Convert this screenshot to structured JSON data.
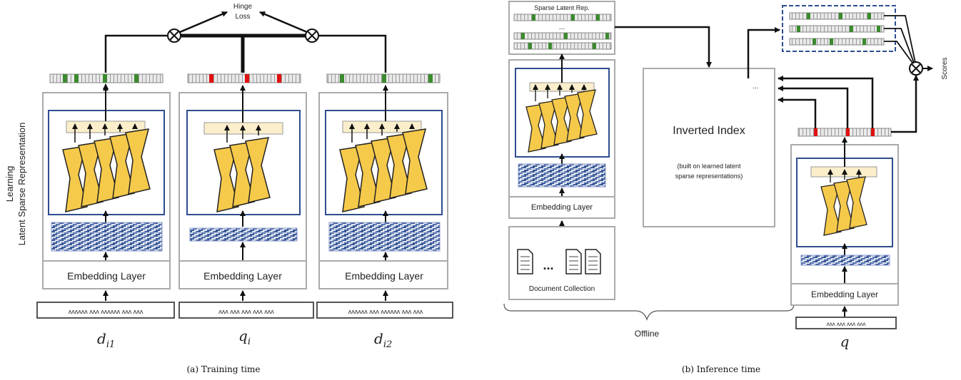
{
  "training": {
    "caption": "(a) Training time",
    "side_label_line1": "Learning",
    "side_label_line2": "Latent Sparse Representation",
    "loss_label_line1": "Hinge",
    "loss_label_line2": "Loss",
    "columns": [
      {
        "embedding_label": "Embedding Layer",
        "input_symbol": "d",
        "input_subscript": "i1",
        "input_text": "ʌʌʌʌʌʌ ʌʌʌ ʌʌʌʌʌʌ ʌʌʌ ʌʌʌ"
      },
      {
        "embedding_label": "Embedding Layer",
        "input_symbol": "q",
        "input_subscript": "i",
        "input_text": "ʌʌʌ ʌʌʌ ʌʌʌ ʌʌʌ ʌʌʌ"
      },
      {
        "embedding_label": "Embedding Layer",
        "input_symbol": "d",
        "input_subscript": "i2",
        "input_text": "ʌʌʌʌʌʌ ʌʌʌ ʌʌʌʌʌʌ ʌʌʌ ʌʌʌ"
      }
    ]
  },
  "inference": {
    "caption": "(b) Inference time",
    "sparse_latent_label": "Sparse Latent Rep.",
    "ellipsis": "...",
    "doc_embedding_label": "Embedding Layer",
    "doc_collection_label": "Document Collection",
    "doc_ellipsis": "...",
    "inverted_index_title": "Inverted Index",
    "inverted_index_line1": "(built on learned latent",
    "inverted_index_line2": "sparse representations)",
    "offline_label": "Offline",
    "scores_label": "Scores",
    "query_embedding_label": "Embedding Layer",
    "query_symbol": "q",
    "query_text": "ʌʌʌ ʌʌʌ ʌʌʌ ʌʌʌ"
  },
  "colors": {
    "active_green": "#3b8a2e",
    "active_red": "#e01010",
    "funnel_fill": "#f5c94a",
    "panel_border": "#2e4d8f",
    "cell_fill": "#e9e9e9"
  }
}
